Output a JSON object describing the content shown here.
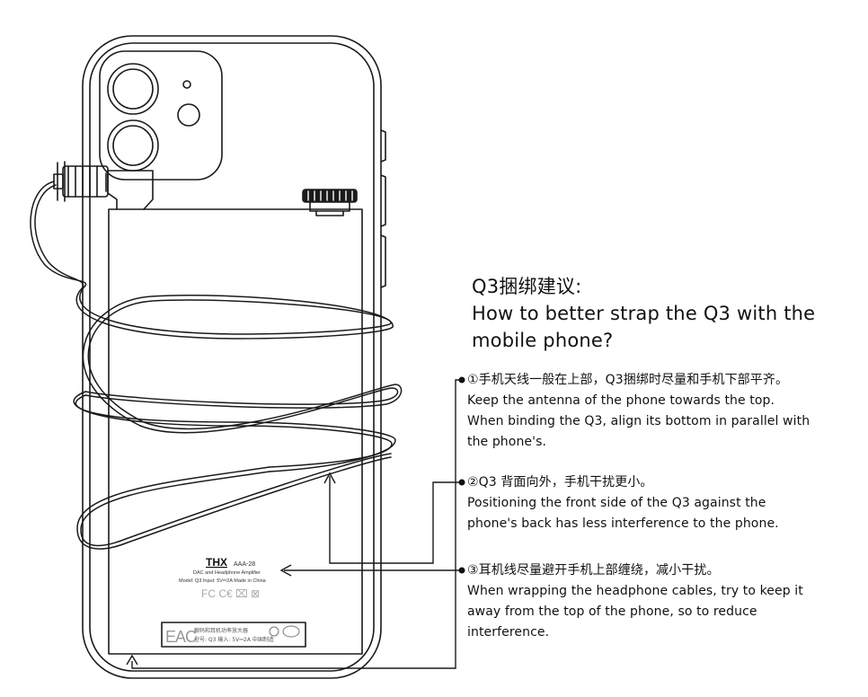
{
  "heading": {
    "cn": "Q3捆绑建议:",
    "en_line1": "How to better strap the Q3 with the",
    "en_line2": "mobile phone?"
  },
  "notes": [
    {
      "cn": "①手机天线一般在上部，Q3捆绑时尽量和手机下部平齐。",
      "en": [
        "Keep the antenna of the phone towards the top.",
        "When binding the Q3, align its bottom in parallel with",
        "the phone's."
      ]
    },
    {
      "cn": "②Q3 背面向外，手机干扰更小。",
      "en": [
        "Positioning the front side of the Q3 against the",
        "phone's back has less interference to the phone."
      ]
    },
    {
      "cn": "③耳机线尽量避开手机上部缠绕，减小干扰。",
      "en": [
        "When wrapping the headphone cables, try to keep it",
        "away from the top of the phone, so to reduce",
        "interference."
      ]
    }
  ],
  "device_label": {
    "brand": "THX",
    "model_code": "AAA-28",
    "line1": "DAC and Headphone Amplifier",
    "line2": "Model: Q3  Input: 5V⎓2A  Made in China",
    "marks": "FC C€ ⌧ ⊠",
    "eac": "EAC",
    "cn1": "解码和耳机功率放大器",
    "cn2": "型号: Q3 输入: 5V⎓2A 中国制造"
  }
}
